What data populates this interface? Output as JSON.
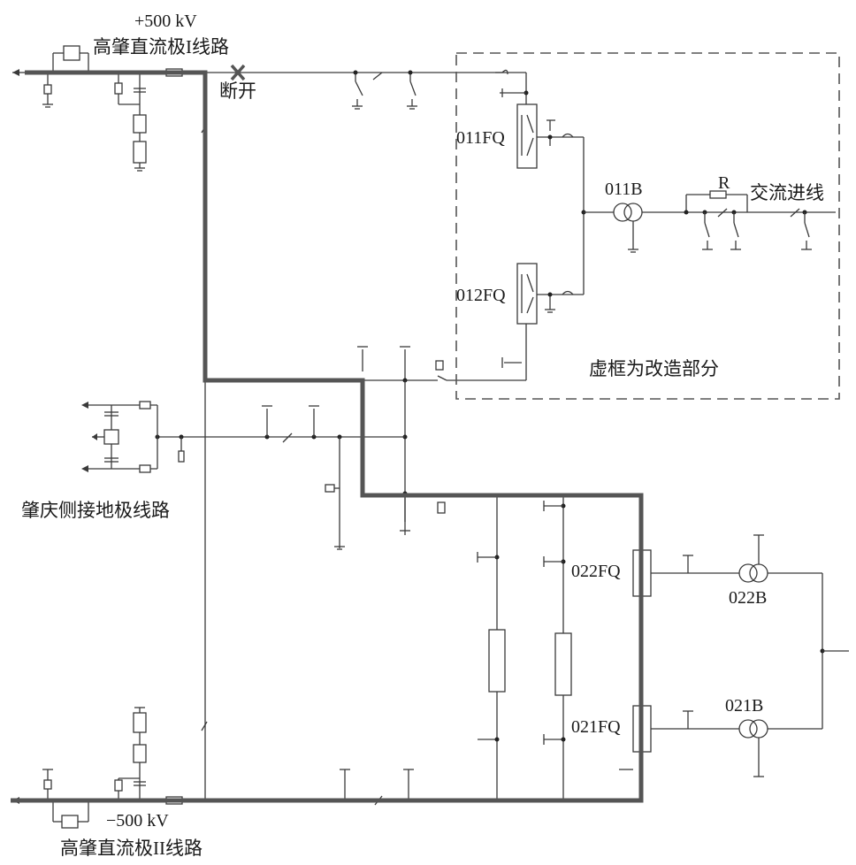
{
  "labels": {
    "pos_voltage": "+500 kV",
    "pole1_line": "高肇直流极I线路",
    "disconnect": "断开",
    "v011fq": "011FQ",
    "v012fq": "012FQ",
    "v011b": "011B",
    "resistor_r": "R",
    "ac_incoming": "交流进线",
    "modified_area": "虚框为改造部分",
    "ground_line": "肇庆侧接地极线路",
    "v022fq": "022FQ",
    "v022b": "022B",
    "v021fq": "021FQ",
    "v021b": "021B",
    "neg_voltage": "−500 kV",
    "pole2_line": "高肇直流极II线路"
  },
  "colors": {
    "main_path": "#555555",
    "line": "#3a3a3a",
    "break_mark": "#555555"
  }
}
